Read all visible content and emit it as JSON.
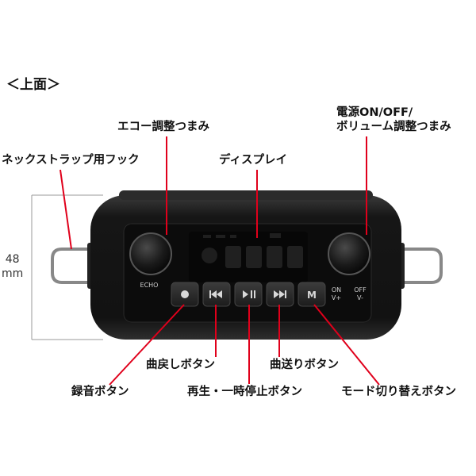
{
  "section_title": "＜上面＞",
  "labels": {
    "echo_knob": "エコー調整つまみ",
    "power_line1": "電源ON/OFF/",
    "power_line2": "ボリューム調整つまみ",
    "strap_hook": "ネックストラップ用フック",
    "display": "ディスプレイ",
    "prev": "曲戻しボタン",
    "next": "曲送りボタン",
    "record": "録音ボタン",
    "play_pause": "再生・一時停止ボタン",
    "mode": "モード切り替えボタン"
  },
  "dimension": {
    "value": "48",
    "unit": "mm"
  },
  "device_print": {
    "echo": "ECHO",
    "on": "ON",
    "off": "OFF",
    "vplus": "V+",
    "vminus": "V-",
    "mode_key": "M"
  },
  "colors": {
    "accent_line": "#e0001b",
    "device_body": "#1a1a1a",
    "button": "#2a2a2a"
  }
}
